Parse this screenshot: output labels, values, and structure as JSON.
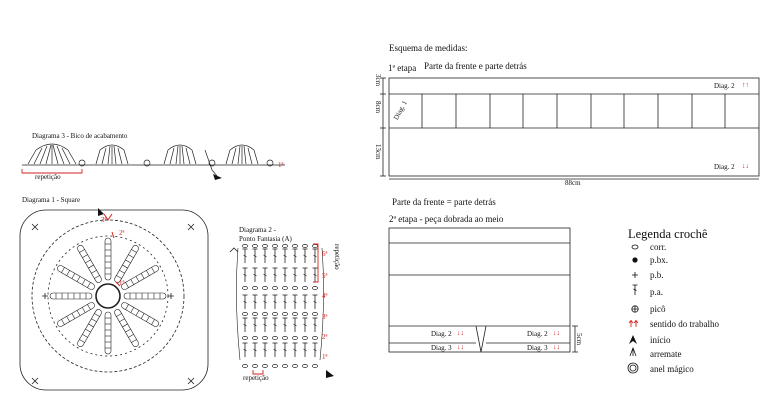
{
  "measurements": {
    "heading": "Esquema de medidas:",
    "stage1_prefix": "1ª etapa",
    "stage1_title": "Parte da frente e parte detrás",
    "dim_3cm": "3cm",
    "dim_8cm": "8cm",
    "dim_13cm": "13cm",
    "width": "88cm",
    "diag1": "Diag. 1",
    "diag2_top": "Diag. 2",
    "diag2_bottom": "Diag. 2",
    "front_equals_back": "Parte da frente = parte detrás",
    "stage2_title": "2ª etapa - peça dobrada ao meio",
    "dim_5cm": "5cm",
    "diag2_left": "Diag. 2",
    "diag2_right": "Diag. 2",
    "diag3_left": "Diag. 3",
    "diag3_right": "Diag. 3"
  },
  "diagrams": {
    "diag3_title": "Diagrama 3 - Bico de acabamento",
    "diag3_repeat": "repetição",
    "diag3_row": "1ª",
    "diag1_title": "Diagrama 1 - Square",
    "diag1_rows": [
      "3ª",
      "2ª",
      "1ª"
    ],
    "diag2_title_line1": "Diagrama 2 -",
    "diag2_title_line2": "Ponto Fantasia (A)",
    "diag2_rows": [
      "6ª",
      "5ª",
      "4ª",
      "3ª",
      "2ª",
      "1ª"
    ],
    "diag2_repeat_side": "repetição",
    "diag2_repeat_bottom": "repetição"
  },
  "legend": {
    "title": "Legenda crochê",
    "items": [
      {
        "icon": "chain-oval-icon",
        "label": "corr."
      },
      {
        "icon": "slip-stitch-dot-icon",
        "label": "p.bx."
      },
      {
        "icon": "single-crochet-plus-icon",
        "label": "p.b."
      },
      {
        "icon": "double-crochet-icon",
        "label": "p.a."
      },
      {
        "icon": "picot-icon",
        "label": "picô"
      },
      {
        "icon": "direction-arrows-icon",
        "label": "sentido do trabalho"
      },
      {
        "icon": "start-arrow-icon",
        "label": "início"
      },
      {
        "icon": "finish-arrow-icon",
        "label": "arremate"
      },
      {
        "icon": "magic-ring-icon",
        "label": "anel mágico"
      }
    ]
  },
  "colors": {
    "accent": "#d61f1f",
    "line": "#222222"
  }
}
